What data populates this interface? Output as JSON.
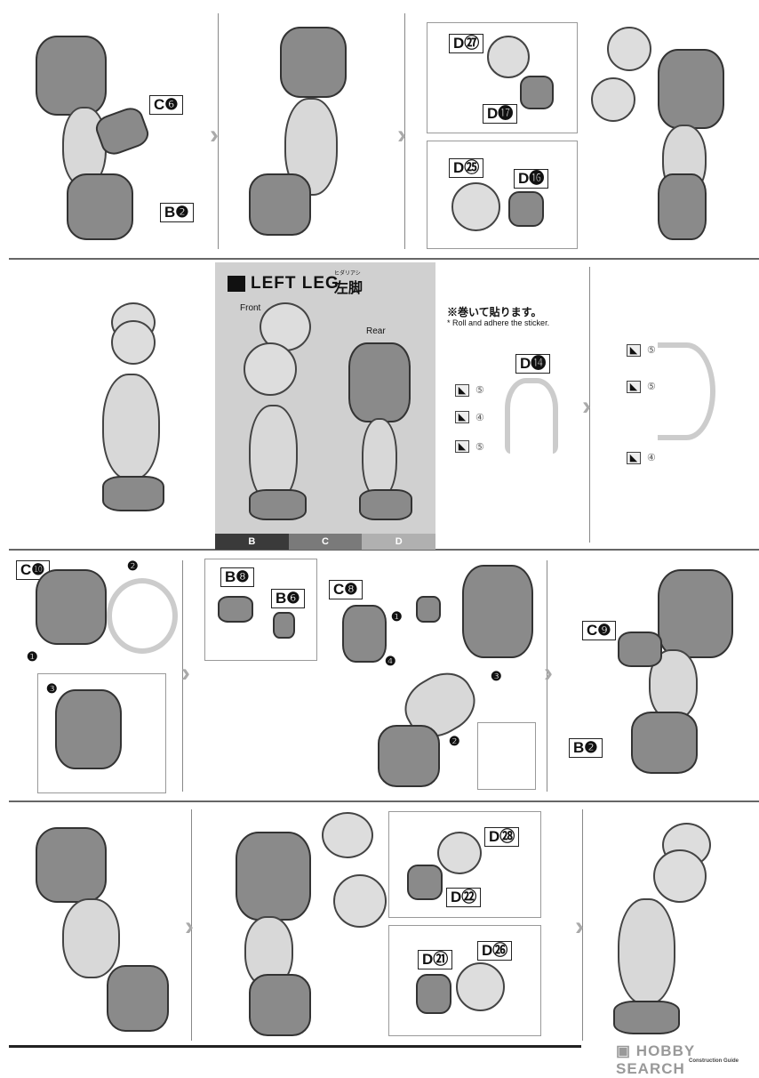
{
  "labels": {
    "r1": [
      "C❻",
      "B❷",
      "D㉗",
      "D⓱",
      "D㉕",
      "D⓰"
    ],
    "r3": [
      "C❿",
      "B❽",
      "B❻",
      "C❽",
      "C❾",
      "B❷"
    ],
    "r4": [
      "D㉘",
      "D㉒",
      "D㉑",
      "D㉖"
    ],
    "d14": "D⓮"
  },
  "leg_panel": {
    "title": "LEFT LEG",
    "title_jp": "左脚",
    "ruby": "ヒダリアシ",
    "front": "Front",
    "rear": "Rear",
    "color_bar": [
      "B",
      "C",
      "D"
    ],
    "colors": {
      "B": "#3a3a3a",
      "C": "#7a7a7a",
      "D": "#b0b0b0"
    }
  },
  "sticker_note": {
    "jp": "※巻いて貼ります。",
    "en": "* Roll and adhere the sticker.",
    "nums": [
      "⑤",
      "④",
      "⑤"
    ],
    "nums2": [
      "⑤",
      "⑤",
      "④"
    ]
  },
  "steps": {
    "s1": "❶",
    "s2": "❷",
    "s3": "❸",
    "s4": "❹"
  },
  "footer": {
    "watermark": "HOBBY SEARCH",
    "sub": "Construction Guide"
  }
}
